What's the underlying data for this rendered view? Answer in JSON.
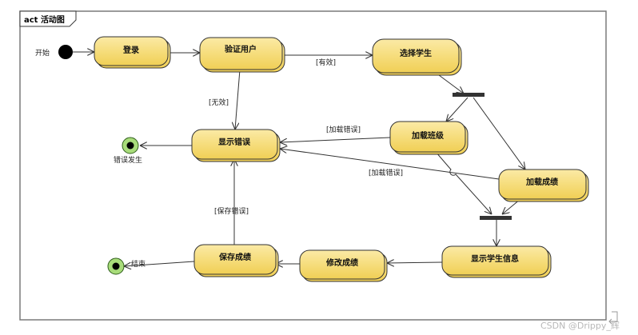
{
  "frame": {
    "title": "act 活动图"
  },
  "start_label": "开始",
  "error_end_label": "错误发生",
  "final_end_label": "结束",
  "nodes": {
    "login": "登录",
    "verify_user": "验证用户",
    "select_student": "选择学生",
    "show_error": "显示错误",
    "load_class": "加载班级",
    "load_grades": "加载成绩",
    "show_student_info": "显示学生信息",
    "modify_grades": "修改成绩",
    "save_grades": "保存成绩"
  },
  "guards": {
    "valid": "[有效]",
    "invalid": "[无效]",
    "load_error_1": "[加载错误]",
    "load_error_2": "[加载错误]",
    "save_error": "[保存错误]"
  },
  "watermark": "CSDN @Drippy_辉"
}
